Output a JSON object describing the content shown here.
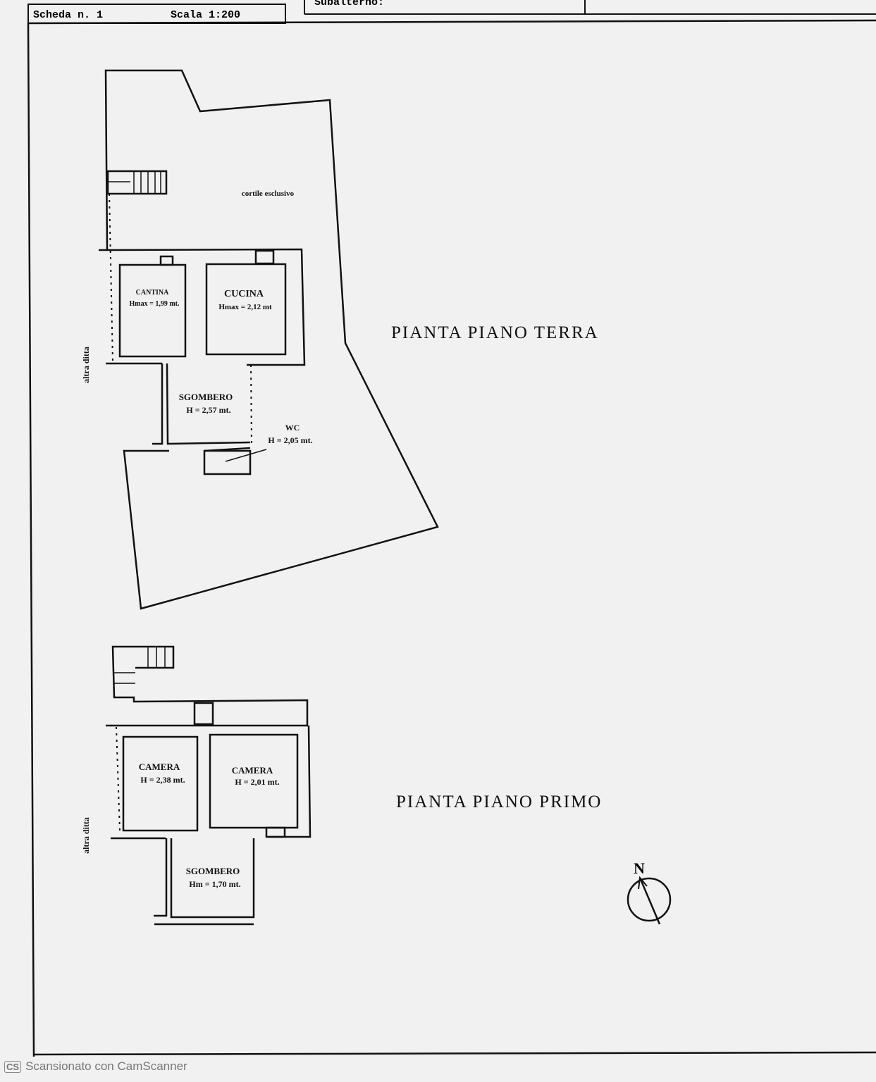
{
  "header": {
    "sheet": "Scheda n. 1",
    "scale": "Scala 1:200",
    "subalterno": "Subalterno:"
  },
  "ground_floor": {
    "title": "PIANTA PIANO TERRA",
    "courtyard": "cortile esclusivo",
    "neighbor": "altra ditta",
    "rooms": [
      {
        "name": "CANTINA",
        "height": "Hmax = 1,99 mt."
      },
      {
        "name": "CUCINA",
        "height": "Hmax = 2,12 mt"
      },
      {
        "name": "SGOMBERO",
        "height": "H = 2,57 mt."
      },
      {
        "name": "WC",
        "height": "H = 2,05 mt."
      }
    ]
  },
  "first_floor": {
    "title": "PIANTA PIANO PRIMO",
    "neighbor": "altra ditta",
    "rooms": [
      {
        "name": "CAMERA",
        "height": "H = 2,38 mt."
      },
      {
        "name": "CAMERA",
        "height": "H = 2,01 mt."
      },
      {
        "name": "SGOMBERO",
        "height": "Hm = 1,70 mt."
      }
    ]
  },
  "compass": {
    "label": "N",
    "icon": "north-arrow-icon"
  },
  "footer": {
    "badge": "CS",
    "text": "Scansionato con CamScanner"
  }
}
